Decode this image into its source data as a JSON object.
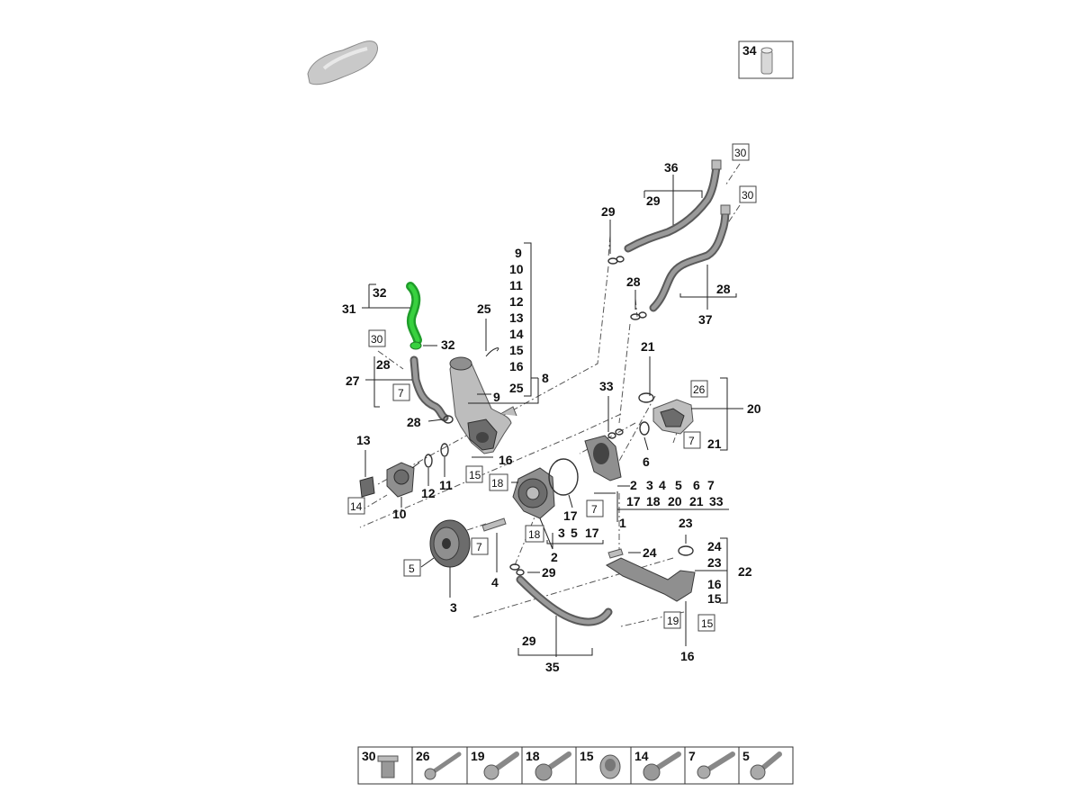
{
  "colors": {
    "highlight": "#38d13f",
    "part": "#8f8f8f",
    "line": "#222222"
  },
  "car_icon": "car-silhouette-icon",
  "top_right_box": {
    "number": "34",
    "icon": "sleeve-icon"
  },
  "callouts": {
    "n36": "36",
    "n29a": "29",
    "n30a": "30",
    "n30b": "30",
    "n29b": "29",
    "n28a": "28",
    "n28b": "28",
    "n37": "37",
    "n9": "9",
    "n10": "10",
    "n11": "11",
    "n12": "12",
    "n13": "13",
    "n14": "14",
    "n15": "15",
    "n16": "16",
    "n25b": "25",
    "n8": "8",
    "n9b": "9",
    "n25": "25",
    "n32a": "32",
    "n31": "31",
    "n32b": "32",
    "n30c": "30",
    "n28c": "28",
    "n27": "27",
    "n7a": "7",
    "n28d": "28",
    "n21a": "21",
    "n26": "26",
    "n20": "20",
    "n7b": "7",
    "n21b": "21",
    "n6": "6",
    "n33": "33",
    "n16b": "16",
    "n15b": "15",
    "n13b": "13",
    "n12b": "12",
    "n11b": "11",
    "n14b": "14",
    "n10b": "10",
    "n18a": "18",
    "n17": "17",
    "n7c": "7",
    "r1_2": "2",
    "r1_3": "3",
    "r1_4": "4",
    "r1_5": "5",
    "r1_6": "6",
    "r1_7": "7",
    "r2_17": "17",
    "r2_18": "18",
    "r2_20": "20",
    "r2_21": "21",
    "r2_33": "33",
    "n1": "1",
    "n23": "23",
    "n24": "24",
    "n24b": "24",
    "n23b": "23",
    "n22": "22",
    "n16c": "16",
    "n15c": "15",
    "n18b": "18",
    "b_3": "3",
    "b_5": "5",
    "b_17": "17",
    "n2": "2",
    "n7d": "7",
    "n4": "4",
    "n29c": "29",
    "n5": "5",
    "n3": "3",
    "n19": "19",
    "n15d": "15",
    "n16d": "16",
    "n29d": "29",
    "n35": "35"
  },
  "bolt_strip": [
    {
      "number": "30",
      "icon": "flange-bolt-icon"
    },
    {
      "number": "26",
      "icon": "long-bolt-icon"
    },
    {
      "number": "19",
      "icon": "torx-bolt-icon"
    },
    {
      "number": "18",
      "icon": "flange-bolt-icon"
    },
    {
      "number": "15",
      "icon": "plug-icon"
    },
    {
      "number": "14",
      "icon": "flange-bolt-icon"
    },
    {
      "number": "7",
      "icon": "hex-bolt-icon"
    },
    {
      "number": "5",
      "icon": "hex-bolt-icon"
    }
  ]
}
